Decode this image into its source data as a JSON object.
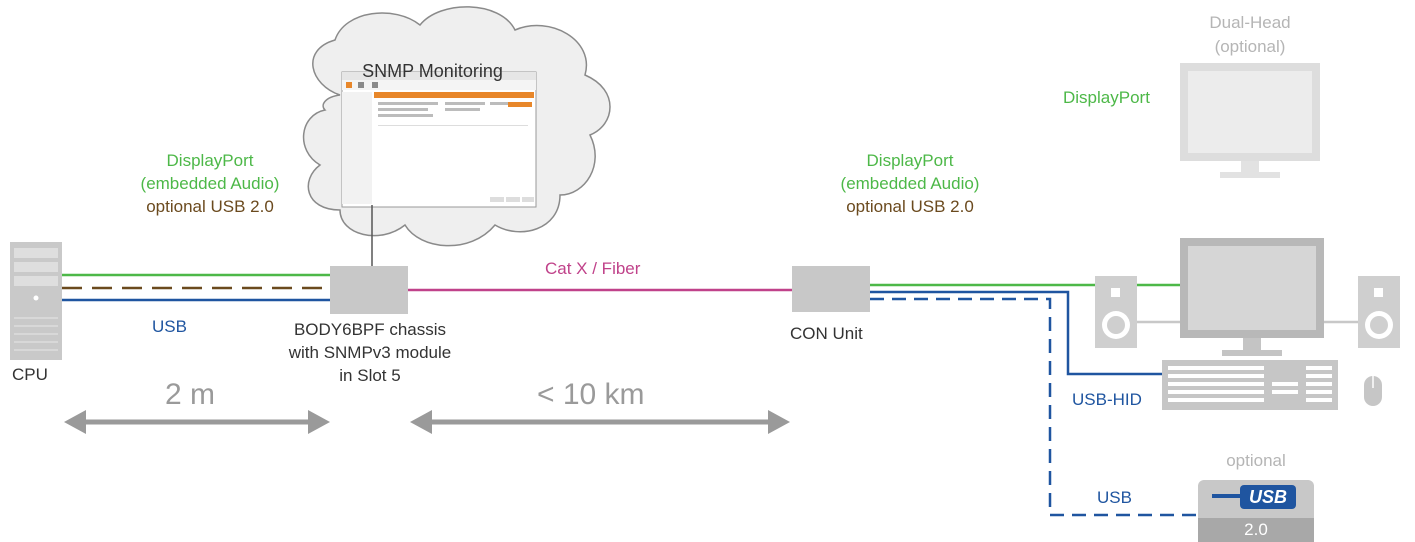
{
  "cloud": {
    "title": "SNMP Monitoring"
  },
  "left_link": {
    "video": "DisplayPort",
    "audio": "(embedded Audio)",
    "usb_opt": "optional USB 2.0",
    "usb": "USB"
  },
  "right_link": {
    "video": "DisplayPort",
    "audio": "(embedded Audio)",
    "usb_opt": "optional USB 2.0"
  },
  "cpu": {
    "label": "CPU"
  },
  "chassis": {
    "line1": "BODY6BPF chassis",
    "line2": "with SNMPv3 module",
    "line3": "in Slot 5"
  },
  "con": {
    "label": "CON Unit"
  },
  "cable": {
    "label": "Cat X / Fiber"
  },
  "distance_left": "2 m",
  "distance_right": "< 10 km",
  "dual_head": {
    "line1": "Dual-Head",
    "line2": "(optional)",
    "port": "DisplayPort"
  },
  "usb_hid": "USB-HID",
  "usb_right": "USB",
  "usb_device": {
    "caption": "optional",
    "logo": "USB",
    "version": "2.0"
  },
  "colors": {
    "displayport": "#4db848",
    "usb_optional": "#6b4a1e",
    "usb": "#1f55a0",
    "fiber": "#c0428a",
    "device_gray": "#c8c8c8"
  }
}
